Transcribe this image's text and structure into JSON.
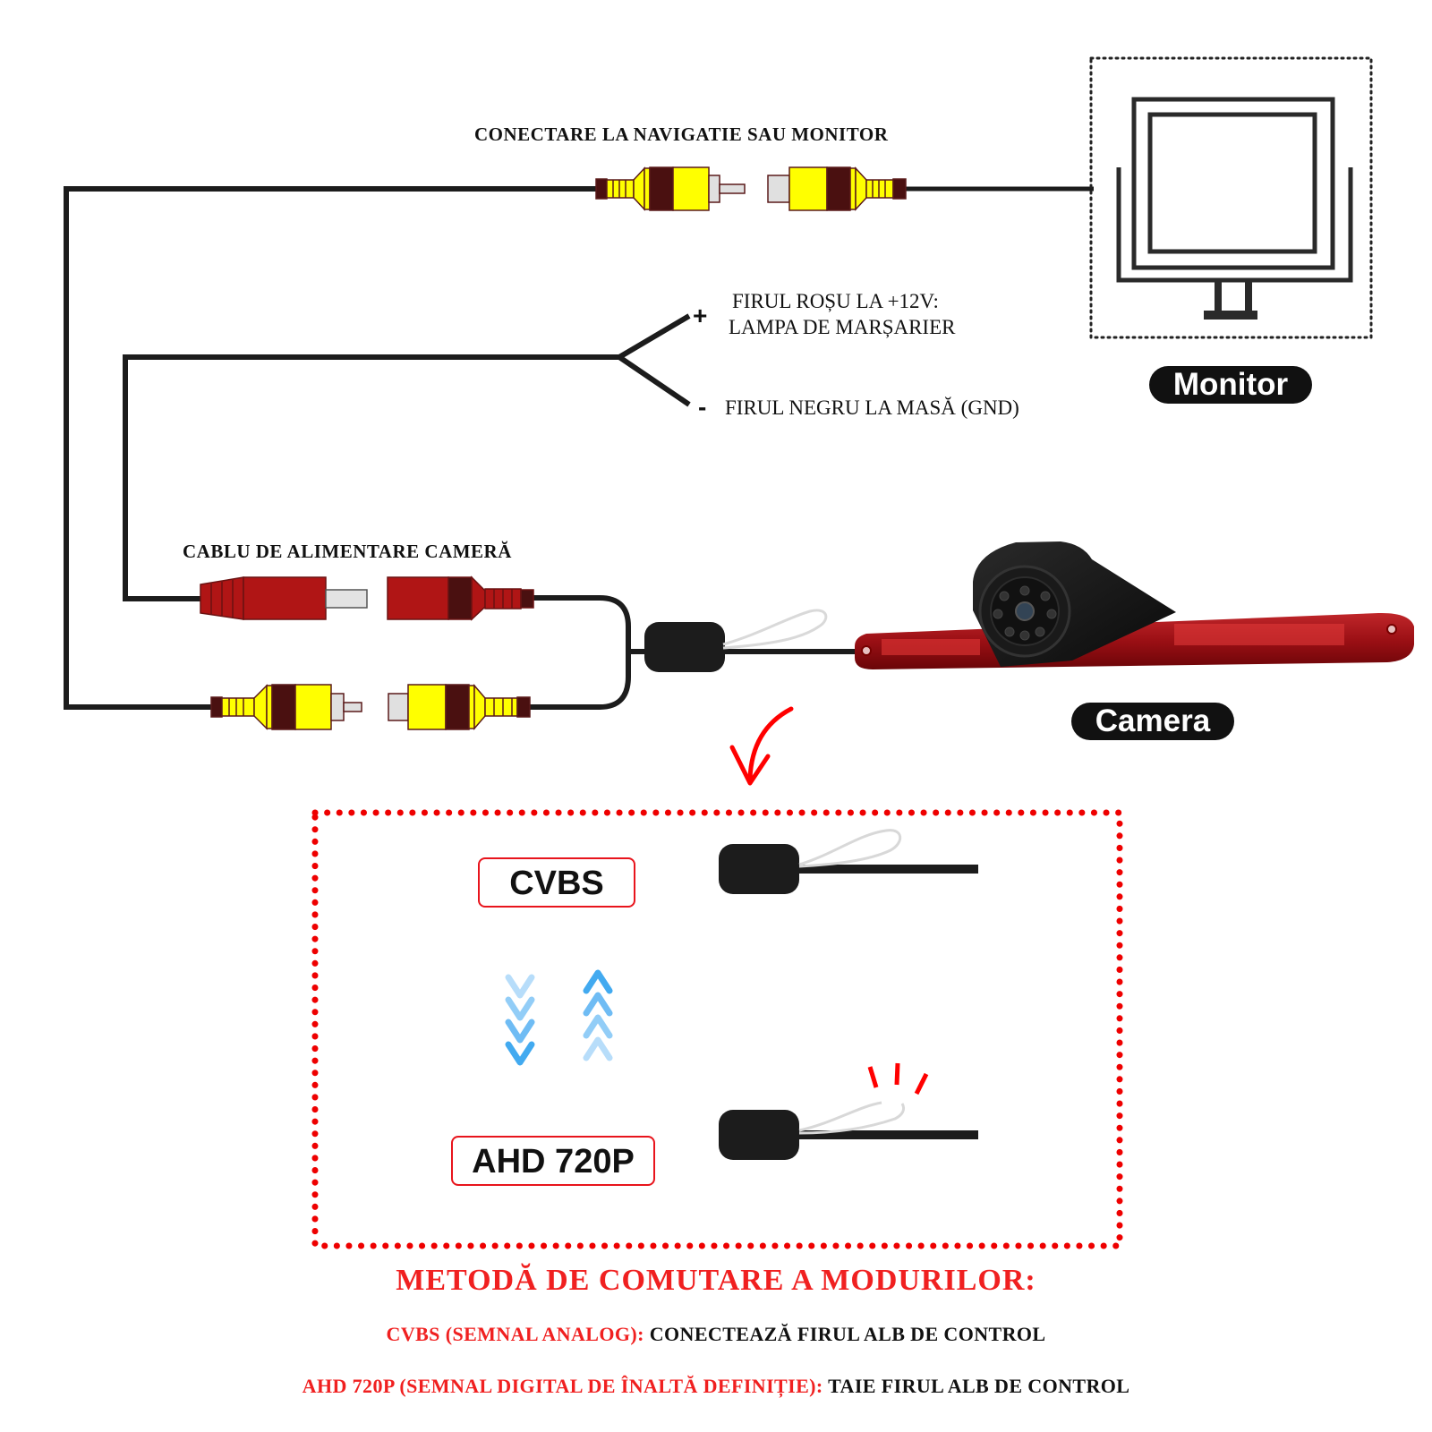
{
  "labels": {
    "nav_connection": "CONECTARE LA NAVIGATIE SAU MONITOR",
    "power_cable": "CABLU DE ALIMENTARE CAMERĂ",
    "red_wire_line1": "FIRUL ROȘU LA +12V:",
    "red_wire_line2": "LAMPA DE MARȘARIER",
    "black_wire": "FIRUL NEGRU LA MASĂ (GND)",
    "plus_sign": "+",
    "minus_sign": "-"
  },
  "devices": {
    "monitor_label": "Monitor",
    "camera_label": "Camera"
  },
  "modes": {
    "cvbs_label": "CVBS",
    "ahd_label": "AHD 720P"
  },
  "instructions": {
    "heading": "METODĂ DE COMUTARE A MODURILOR:",
    "cvbs_prefix": "CVBS (SEMNAL ANALOG):",
    "cvbs_action": " CONECTEAZĂ FIRUL ALB DE CONTROL",
    "ahd_prefix": "AHD 720P (SEMNAL DIGITAL DE ÎNALTĂ DEFINIȚIE):",
    "ahd_action": " TAIE FIRUL ALB DE CONTROL"
  },
  "colors": {
    "rca_yellow": "#ffff00",
    "rca_band": "#4a1010",
    "power_red": "#b01515",
    "accent_red": "#f02020",
    "wire_black": "#1c1c1c",
    "control_wire": "#d8d8d8",
    "arrow_blue": "#42aaf0"
  }
}
